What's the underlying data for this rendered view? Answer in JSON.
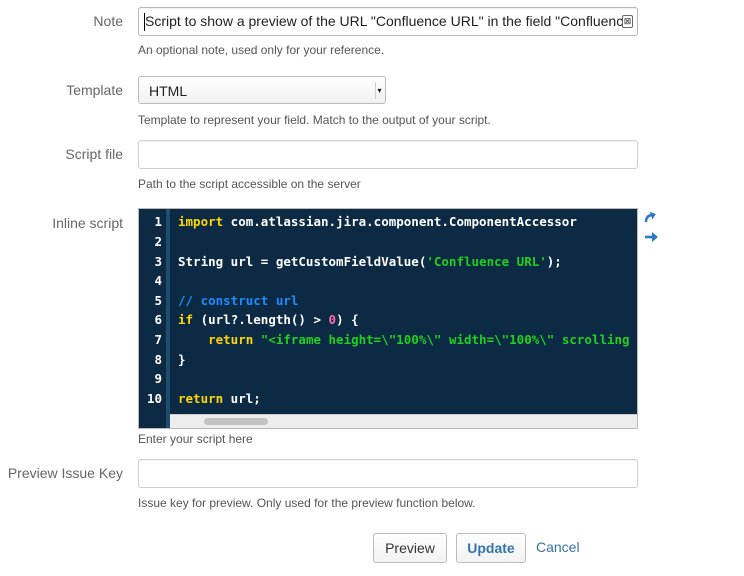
{
  "note": {
    "label": "Note",
    "value": "Script to show a preview of the URL \"Confluence URL\" in the field \"Confluence",
    "help": "An optional note, used only for your reference."
  },
  "template": {
    "label": "Template",
    "selected": "HTML",
    "help": "Template to represent your field. Match to the output of your script."
  },
  "script_file": {
    "label": "Script file",
    "value": "",
    "help": "Path to the script accessible on the server"
  },
  "inline_script": {
    "label": "Inline script",
    "help": "Enter your script here",
    "line_numbers": [
      "1",
      "2",
      "3",
      "4",
      "5",
      "6",
      "7",
      "8",
      "9",
      "10"
    ],
    "tokens": {
      "l1_kw": "import",
      "l1_rest": " com.atlassian.jira.component.ComponentAccessor",
      "l3_a": "String url = getCustomFieldValue(",
      "l3_str": "'Confluence URL'",
      "l3_b": ");",
      "l5_com": "// construct url",
      "l6_kw": "if",
      "l6_a": " (url?.length() > ",
      "l6_num": "0",
      "l6_b": ") {",
      "l7_indent": "    ",
      "l7_kw": "return",
      "l7_sp": " ",
      "l7_str": "\"<iframe height=\\\"100%\\\" width=\\\"100%\\\" scrolling",
      "l8": "}",
      "l10_kw": "return",
      "l10_rest": " url;"
    },
    "icons": [
      "expand-icon",
      "arrow-right-icon"
    ]
  },
  "preview_issue_key": {
    "label": "Preview Issue Key",
    "value": "",
    "help": "Issue key for preview. Only used for the preview function below."
  },
  "actions": {
    "preview": "Preview",
    "update": "Update",
    "cancel": "Cancel"
  },
  "colors": {
    "link": "#3572b0",
    "editor_bg": "#0c2a44",
    "keyword": "#ffd700",
    "string": "#1fd11f",
    "comment": "#1e8cff",
    "number": "#ff69b4"
  }
}
